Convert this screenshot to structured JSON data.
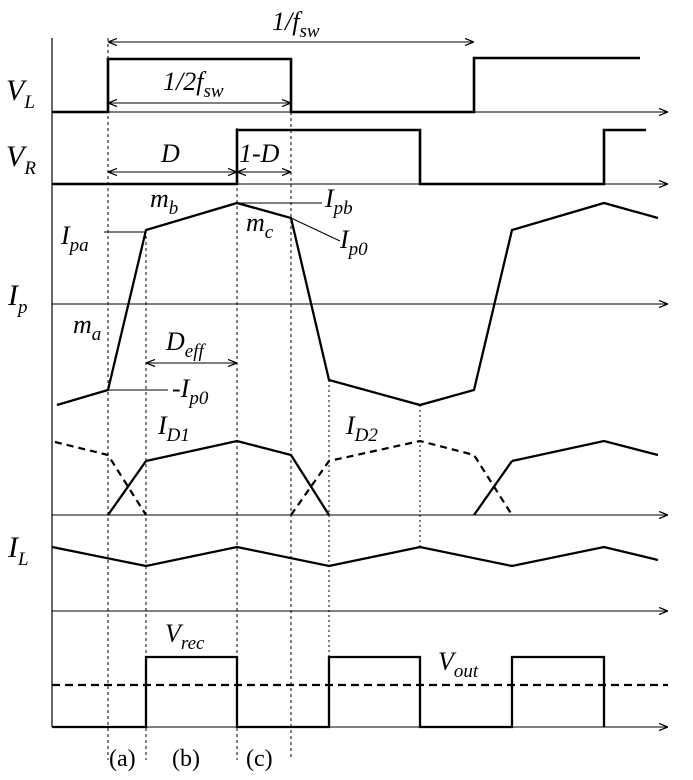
{
  "signal_labels": {
    "VL": {
      "main": "V",
      "sub": "L"
    },
    "VR": {
      "main": "V",
      "sub": "R"
    },
    "Ip": {
      "main": "I",
      "sub": "p"
    },
    "IL": {
      "main": "I",
      "sub": "L"
    }
  },
  "annotations": {
    "period": {
      "main": "1/f",
      "sub": "sw"
    },
    "half_period": {
      "main": "1/2f",
      "sub": "sw"
    },
    "duty": {
      "main": "D"
    },
    "one_minus_duty": {
      "main": "1-D"
    },
    "Ipb": {
      "main": "I",
      "sub": "pb"
    },
    "Ipa": {
      "main": "I",
      "sub": "pa"
    },
    "Ip0": {
      "main": "I",
      "sub": "p0"
    },
    "neg_Ip0": {
      "main": "-I",
      "sub": "p0"
    },
    "mb": {
      "main": "m",
      "sub": "b"
    },
    "mc": {
      "main": "m",
      "sub": "c"
    },
    "ma": {
      "main": "m",
      "sub": "a"
    },
    "Deff": {
      "main": "D",
      "sub": "eff"
    },
    "ID1": {
      "main": "I",
      "sub": "D1"
    },
    "ID2": {
      "main": "I",
      "sub": "D2"
    },
    "Vrec": {
      "main": "V",
      "sub": "rec"
    },
    "Vout": {
      "main": "V",
      "sub": "out"
    }
  },
  "phases": [
    "(a)",
    "(b)",
    "(c)"
  ]
}
